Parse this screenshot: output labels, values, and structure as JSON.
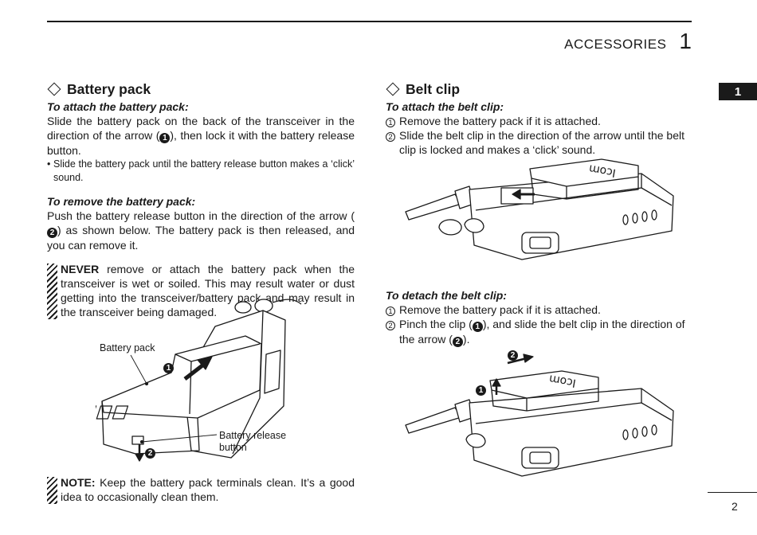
{
  "header": {
    "section_title": "ACCESSORIES",
    "section_number": "1"
  },
  "side_tab": "1",
  "page_number": "2",
  "battery": {
    "title": "Battery pack",
    "attach_heading": "To attach the battery pack:",
    "attach_text_a": "Slide the battery pack on the back of the transceiver in the direction of the arrow (",
    "attach_num_1": "1",
    "attach_text_b": "), then lock it with the battery release button.",
    "attach_bullet": "• Slide the battery pack until the battery release button makes a ‘click’ sound.",
    "remove_heading": "To remove the battery pack:",
    "remove_text_a": "Push the battery release button in the direction of the arrow (",
    "remove_num_2": "2",
    "remove_text_b": ") as shown below. The battery pack is then released, and you can remove it.",
    "warning_lead": "NEVER",
    "warning_text": " remove or attach the battery pack when the transceiver is wet or soiled. This may result water or dust getting into the transceiver/battery pack and may result in the transceiver being damaged.",
    "figure": {
      "label_pack": "Battery pack",
      "label_release": "Battery release button",
      "marker_1": "1",
      "marker_2": "2"
    },
    "note_lead": "NOTE:",
    "note_text": " Keep the battery pack terminals clean. It’s a good idea to occasionally clean them."
  },
  "beltclip": {
    "title": "Belt clip",
    "attach_heading": "To attach the belt clip:",
    "attach_steps": [
      {
        "num": "1",
        "text": "Remove the battery pack if it is attached."
      },
      {
        "num": "2",
        "text": "Slide the belt clip in the direction of the arrow until the belt clip is locked and makes a ‘click’ sound."
      }
    ],
    "detach_heading": "To detach the belt clip:",
    "detach_step1_num": "1",
    "detach_step1_text": "Remove the battery pack if it is attached.",
    "detach_step2_num": "2",
    "detach_step2_text_a": "Pinch the clip (",
    "detach_num_1": "1",
    "detach_step2_text_b": "), and slide the belt clip in the direction of the arrow (",
    "detach_num_2": "2",
    "detach_step2_text_c": ").",
    "figure": {
      "logo_text": "Icom",
      "marker_1": "1",
      "marker_2": "2"
    }
  }
}
